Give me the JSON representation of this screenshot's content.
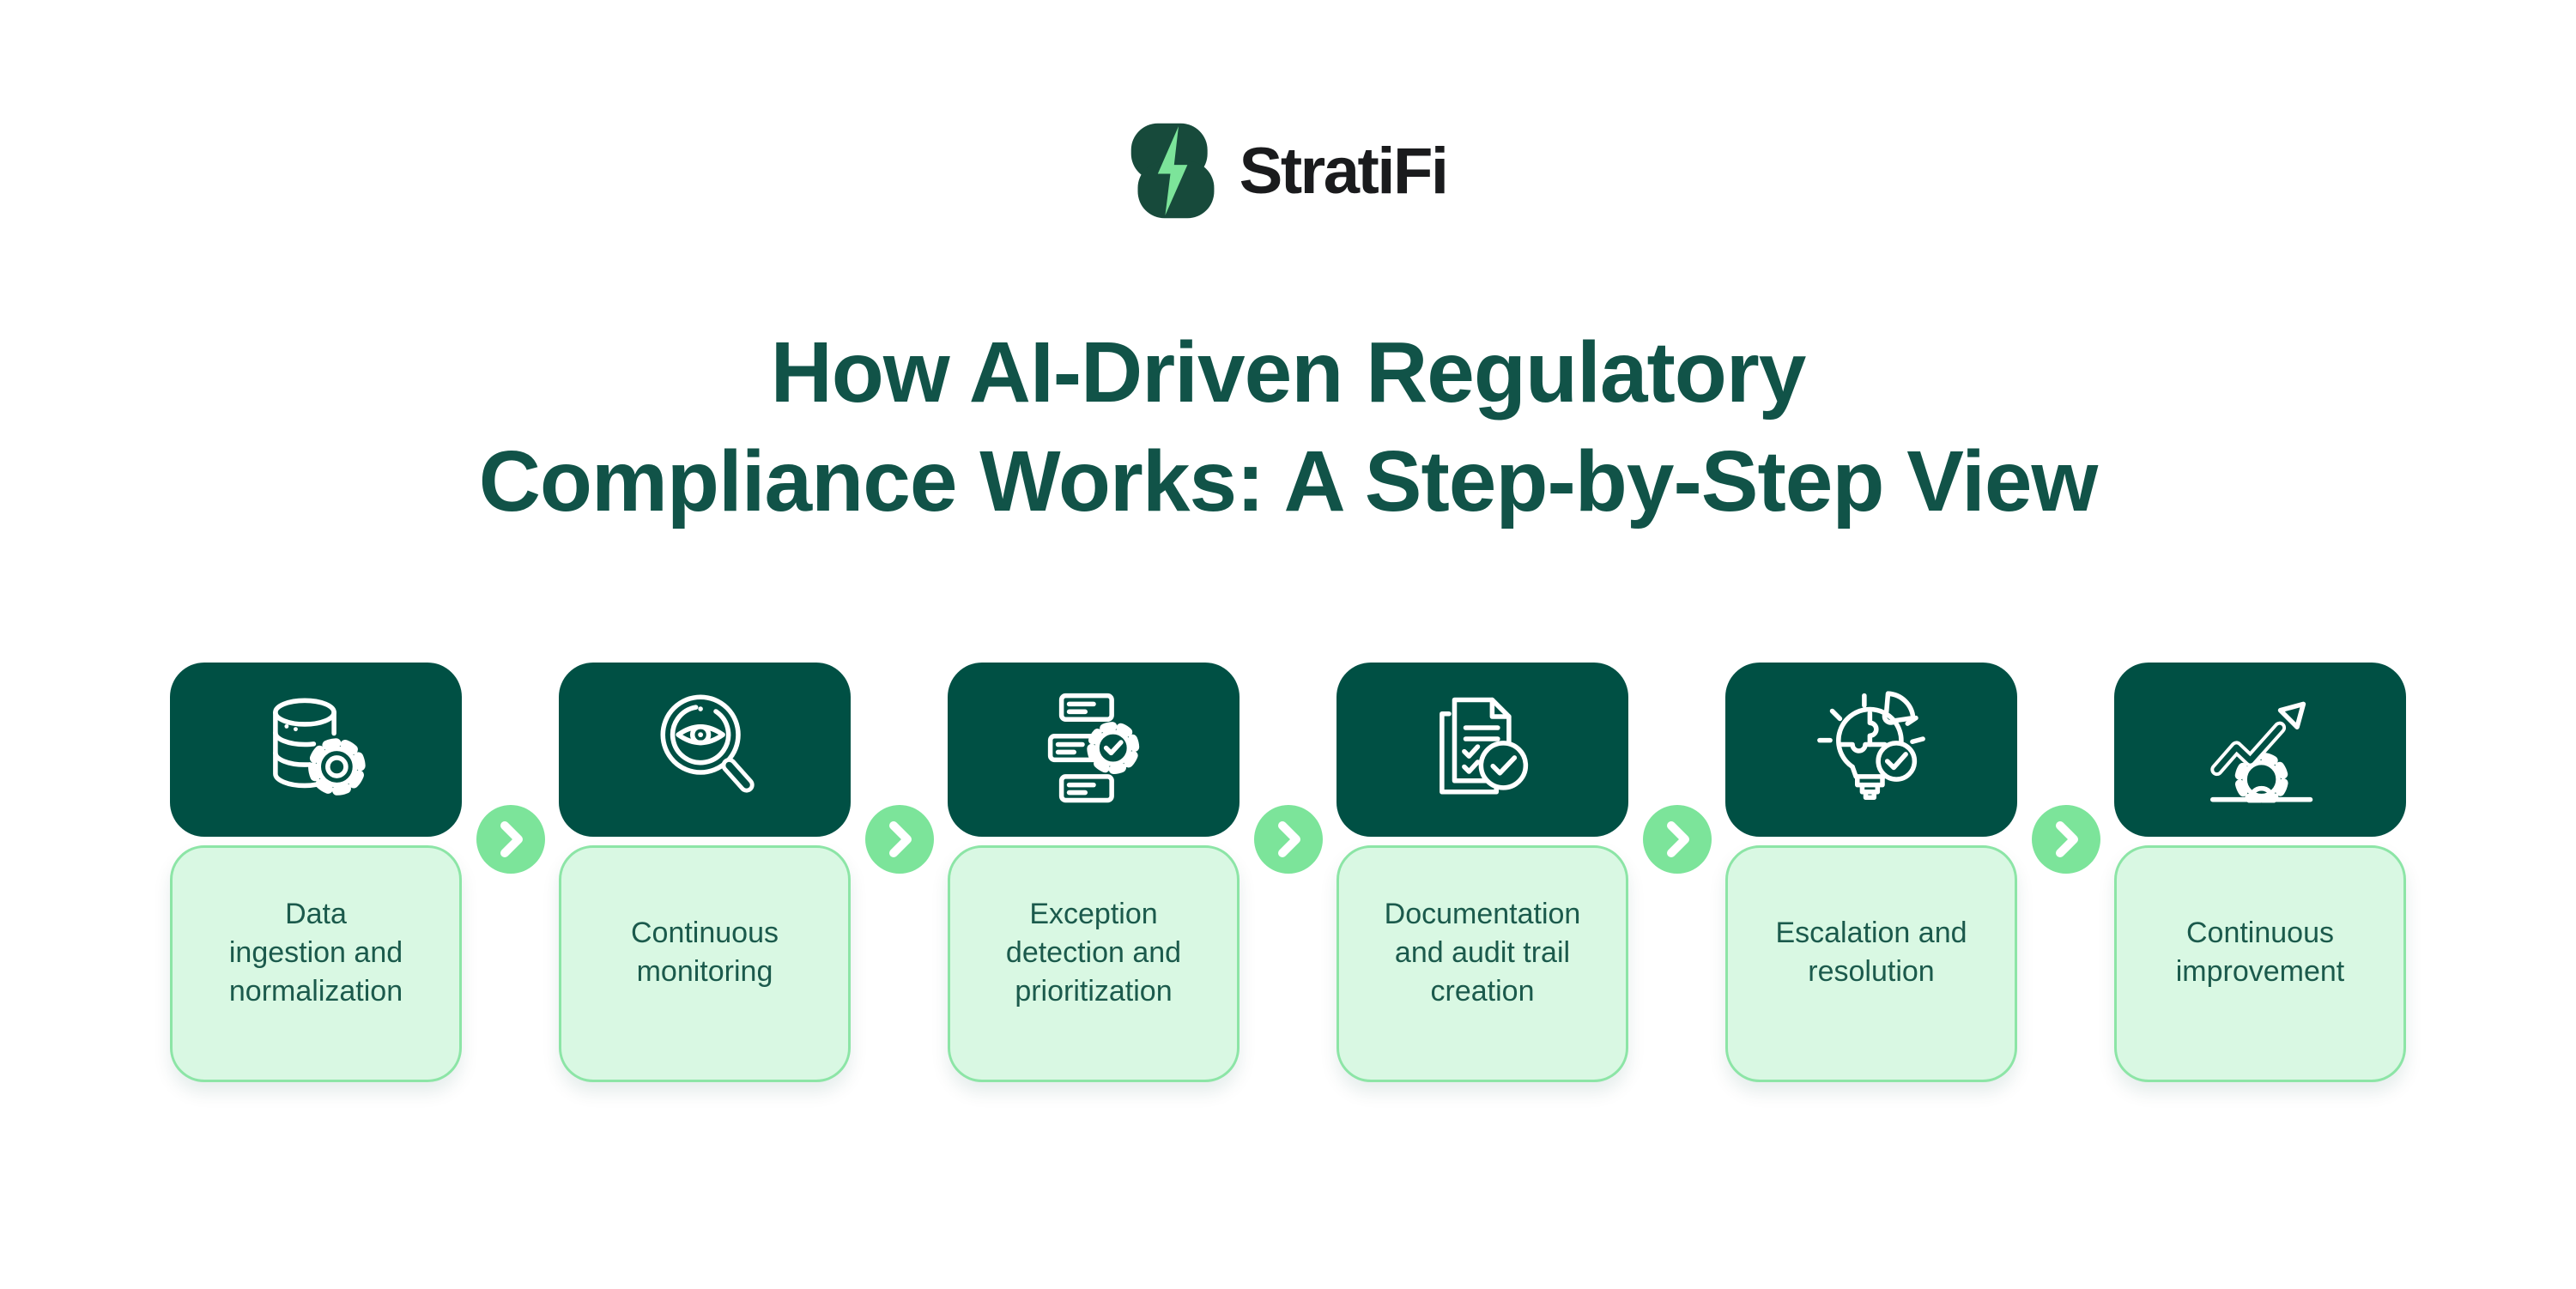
{
  "brand": {
    "name": "StratiFi"
  },
  "title": "How AI-Driven Regulatory\nCompliance Works: A Step-by-Step View",
  "colors": {
    "dark_card_green": "#005044",
    "light_card_green": "#D9F8E3",
    "card_border_green": "#8CE5A6",
    "arrow_circle_green": "#7CE49A",
    "title_green": "#115348",
    "label_text_green": "#1B5A4C",
    "logo_mark_green": "#174A3B",
    "logo_bolt_green": "#7CE49A",
    "wordmark_black": "#1A1B1D"
  },
  "steps": [
    {
      "label": "Data\ningestion and\nnormalization",
      "icon": "database-gear"
    },
    {
      "label": "Continuous\nmonitoring",
      "icon": "magnifier-eye"
    },
    {
      "label": "Exception\ndetection and\nprioritization",
      "icon": "tasks-gear-check"
    },
    {
      "label": "Documentation\nand audit trail\ncreation",
      "icon": "document-check"
    },
    {
      "label": "Escalation and\nresolution",
      "icon": "bulb-puzzle-check"
    },
    {
      "label": "Continuous\nimprovement",
      "icon": "growth-arrow-gear"
    }
  ]
}
